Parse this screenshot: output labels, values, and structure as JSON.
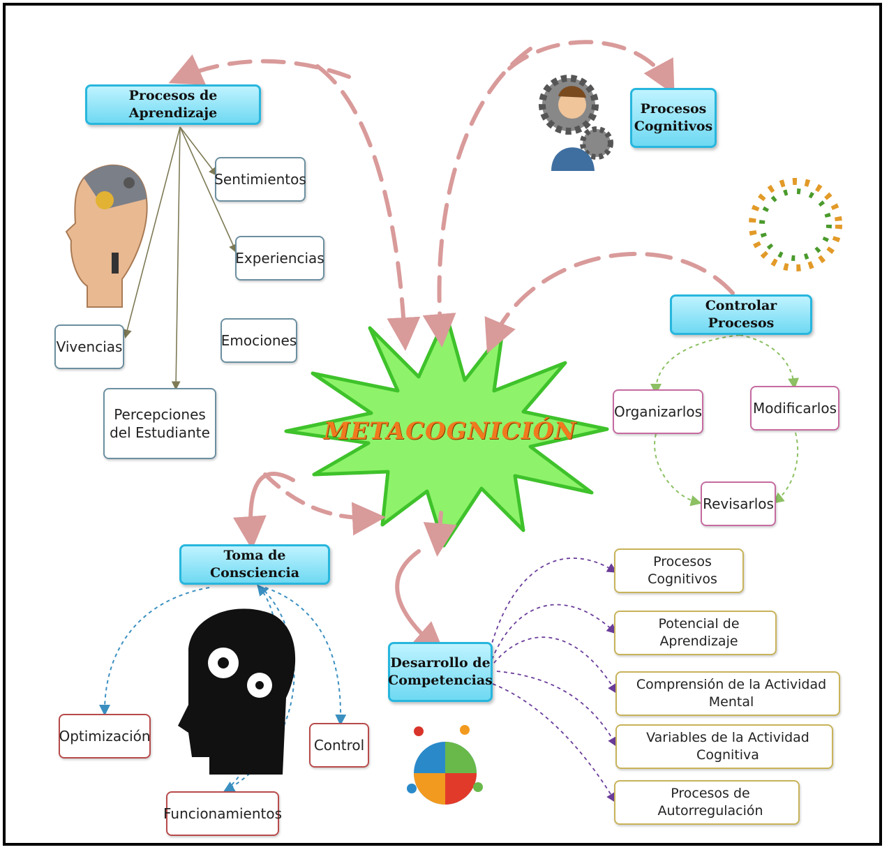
{
  "center": {
    "title": "METACOGNICIÓN"
  },
  "aprendizaje": {
    "title": "Procesos de Aprendizaje",
    "items": [
      "Sentimientos",
      "Experiencias",
      "Emociones",
      "Vivencias",
      "Percepciones del Estudiante"
    ]
  },
  "cognitivos": {
    "title": "Procesos Cognitivos"
  },
  "controlar": {
    "title": "Controlar Procesos",
    "items": [
      "Organizarlos",
      "Modificarlos",
      "Revisarlos"
    ]
  },
  "toma": {
    "title": "Toma de Consciencia",
    "items": [
      "Optimización",
      "Control",
      "Funcionamientos"
    ]
  },
  "desarrollo": {
    "title": "Desarrollo de Competencias",
    "items": [
      "Procesos Cognitivos",
      "Potencial de Aprendizaje",
      "Comprensión de la Actividad Mental",
      "Variables de la Actividad Cognitiva",
      "Procesos de Autorregulación"
    ]
  },
  "colors": {
    "main_fill": "#8ef36a",
    "main_border": "#3fc22b",
    "title": "#f07a1e",
    "arrow": "#d99a9a",
    "main_box": "#6fd9f2"
  }
}
